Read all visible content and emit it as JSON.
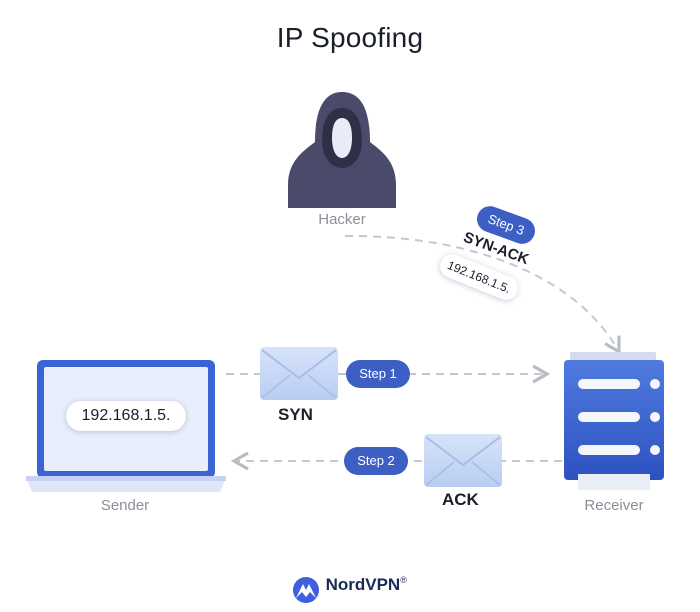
{
  "title": "IP Spoofing",
  "nodes": {
    "hacker": "Hacker",
    "sender": "Sender",
    "receiver": "Receiver"
  },
  "sender_ip": "192.168.1.5.",
  "spoofed_ip": "192.168.1.5.",
  "steps": {
    "step1": "Step 1",
    "step2": "Step 2",
    "step3": "Step 3"
  },
  "messages": {
    "syn": "SYN",
    "ack": "ACK",
    "syn_ack": "SYN-ACK"
  },
  "brand": {
    "name": "NordVPN",
    "mark": "®"
  },
  "colors": {
    "accent": "#3d5fc4",
    "hood": "#4a4a6a",
    "envelope": "#c9d8f5",
    "arrow": "#c4c8cf"
  }
}
